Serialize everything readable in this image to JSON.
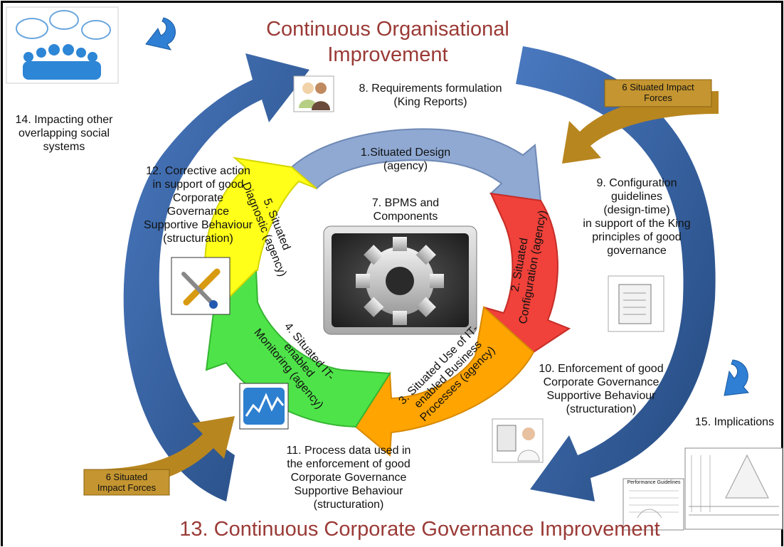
{
  "titles": {
    "top": "Continuous Organisational\nImprovement",
    "bottom": "13. Continuous Corporate Governance Improvement"
  },
  "labels": {
    "n8": "8. Requirements formulation\n(King Reports)",
    "n14": "14. Impacting other\noverlapping social\nsystems",
    "n12": "12. Corrective action\nin support of good\nCorporate\nGovernance\nSupportive Behaviour\n(structuration)",
    "n7": "7. BPMS and\nComponents",
    "n9": "9. Configuration\nguidelines\n(design-time)\nin support of the King\nprinciples of good\ngovernance",
    "n10": "10. Enforcement of good\nCorporate Governance\nSupportive Behaviour\n(structuration)",
    "n11": "11. Process data used in\nthe enforcement of good\nCorporate Governance\nSupportive Behaviour\n(structuration)",
    "n15": "15. Implications"
  },
  "cycle": {
    "s1": "1.Situated Design\n(agency)",
    "s2": "2. Situated\nConfiguration (agency)",
    "s3": "3. Situated Use of IT-\nenabled Business\nProcesses (agency)",
    "s4": "4. Situated IT-\nenabled\nMonitoring (agency)",
    "s5": "5. Situated\nDiagnostic (agency)"
  },
  "forces": {
    "top_right": "6 Situated Impact\nForces",
    "bottom_left": "6 Situated\nImpact Forces"
  },
  "thumbnails": {
    "performance_title": "Performance Guidelines"
  },
  "colors": {
    "title": "#9a3a36",
    "outer_arrow": "#2f5c99",
    "design": "#8fa9d3",
    "configuration": "#f0413a",
    "use": "#ffa400",
    "monitoring": "#4fe34a",
    "diagnostic": "#ffff1a",
    "force_arrow": "#b8861f"
  },
  "icons": [
    "people-icon",
    "curved-arrow-icon",
    "users-icon",
    "gear-icon",
    "tools-icon",
    "scroll-icon",
    "chart-icon",
    "doctor-icon",
    "down-arrow-icon"
  ]
}
